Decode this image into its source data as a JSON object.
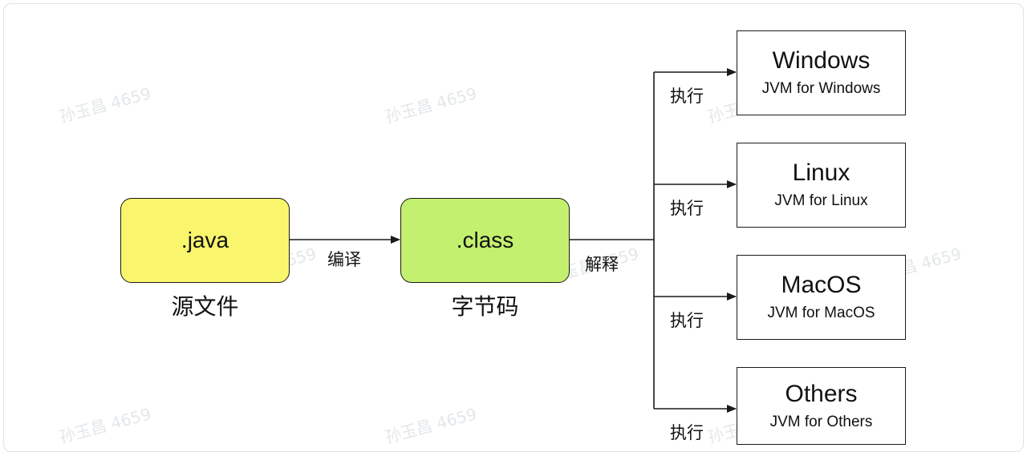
{
  "watermark": "孙玉昌 4659",
  "source": {
    "label": ".java",
    "caption": "源文件"
  },
  "bytecode": {
    "label": ".class",
    "caption": "字节码"
  },
  "edges": {
    "compile": "编译",
    "interpret": "解释",
    "execute": "执行"
  },
  "platforms": [
    {
      "name": "Windows",
      "subtitle": "JVM for Windows"
    },
    {
      "name": "Linux",
      "subtitle": "JVM for Linux"
    },
    {
      "name": "MacOS",
      "subtitle": "JVM for MacOS"
    },
    {
      "name": "Others",
      "subtitle": "JVM for Others"
    }
  ],
  "colors": {
    "java_fill": "#f9f56c",
    "class_fill": "#c3f06e",
    "stroke": "#1a1a1a"
  }
}
